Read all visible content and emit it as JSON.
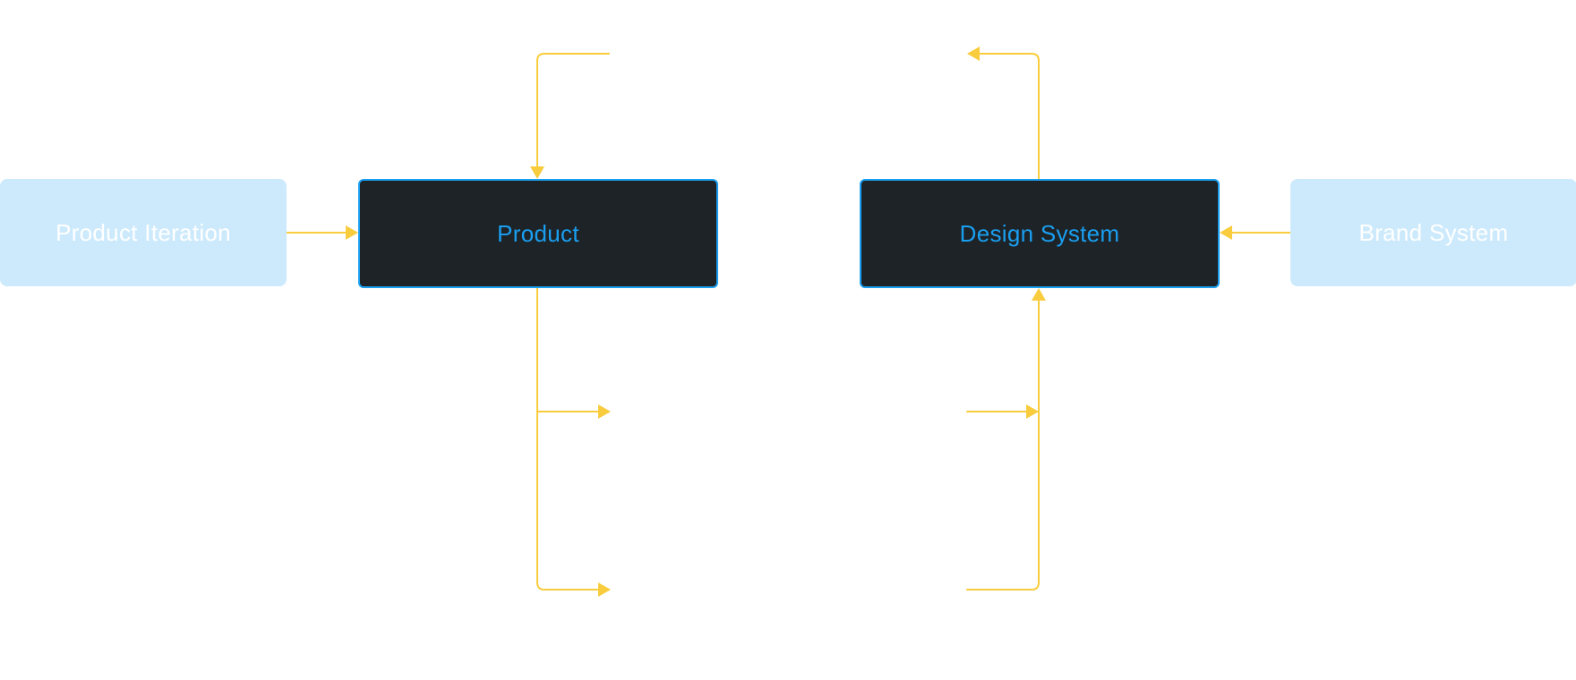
{
  "colors": {
    "connector": "#f8cc3c",
    "dark_node_bg": "#1d2327",
    "dark_node_text": "#1a9ff0",
    "light_node_bg": "#cdeafc",
    "light_node_text": "#ffffff"
  },
  "nodes": {
    "product_iteration": "Product Iteration",
    "product": "Product",
    "design_system": "Design System",
    "brand_system": "Brand System"
  },
  "edges": [
    {
      "from": "Product Iteration",
      "to": "Product"
    },
    {
      "from": "Brand System",
      "to": "Design System"
    }
  ]
}
